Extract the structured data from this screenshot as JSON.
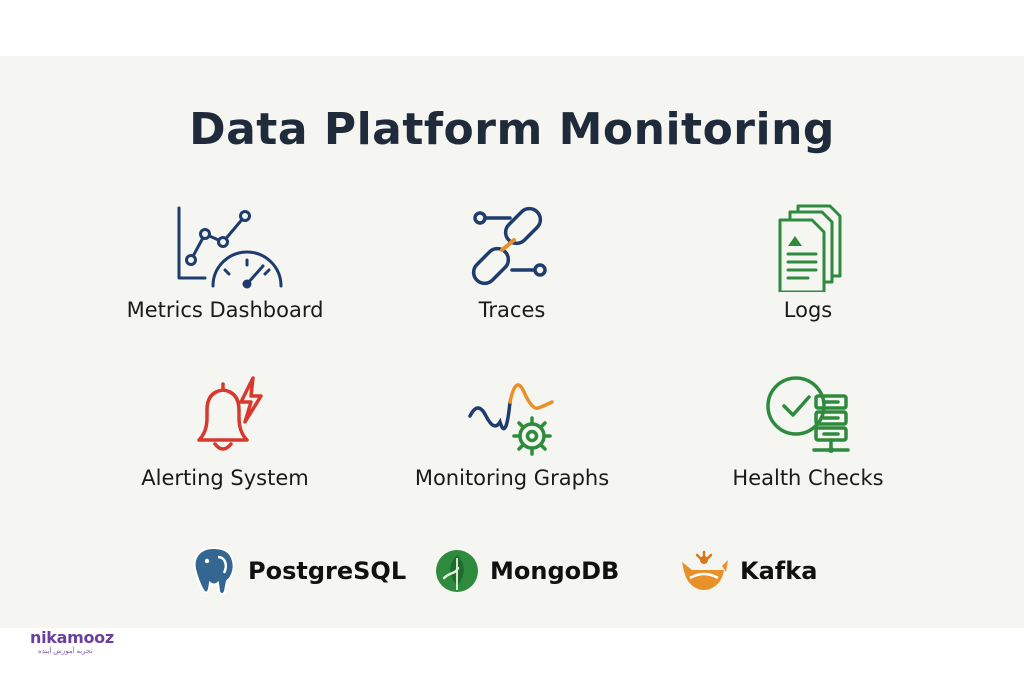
{
  "title": "Data Platform Monitoring",
  "items": [
    {
      "label": "Metrics Dashboard",
      "icon": "metrics-dashboard-icon",
      "color": "#1f3c6e"
    },
    {
      "label": "Traces",
      "icon": "chain-link-icon",
      "color": "#1f3c6e",
      "accent": "#e8912a"
    },
    {
      "label": "Logs",
      "icon": "log-documents-icon",
      "color": "#2e8b3e"
    },
    {
      "label": "Alerting System",
      "icon": "alert-bell-icon",
      "color": "#d63a2f"
    },
    {
      "label": "Monitoring Graphs",
      "icon": "wave-gear-icon",
      "color": "#1f3c6e",
      "accent": "#e8912a",
      "accent2": "#2e8b3e"
    },
    {
      "label": "Health Checks",
      "icon": "health-check-server-icon",
      "color": "#2e8b3e"
    }
  ],
  "technologies": [
    {
      "label": "PostgreSQL",
      "icon": "postgresql-elephant-icon",
      "color": "#336791"
    },
    {
      "label": "MongoDB",
      "icon": "mongodb-leaf-icon",
      "color": "#2e8b3e"
    },
    {
      "label": "Kafka",
      "icon": "kafka-logo-icon",
      "color": "#e8912a"
    }
  ],
  "brand": {
    "name": "nikamooz",
    "tagline": "تجربه آموزش آینده"
  }
}
